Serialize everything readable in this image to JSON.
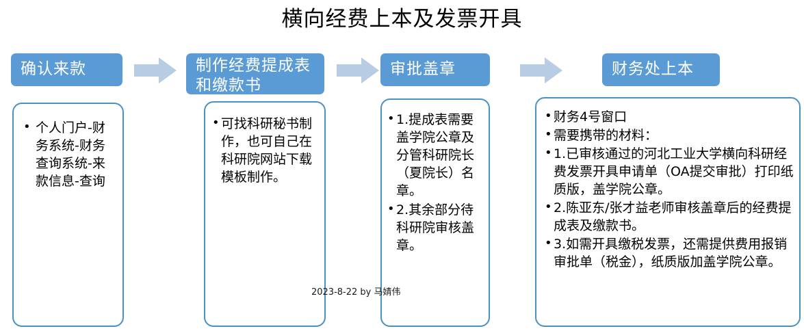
{
  "title": "横向经费上本及发票开具",
  "colors": {
    "header_fill": "#5b9bd5",
    "header_text": "#ffffff",
    "arrow_fill": "#b8cce4",
    "box_border": "#4a90c4",
    "background": "#ffffff",
    "text": "#000000"
  },
  "steps": [
    {
      "header": "确认来款",
      "items": [
        "个人门户-财务系统-财务查询系统-来款信息-查询"
      ]
    },
    {
      "header": "制作经费提成表和缴款书",
      "items": [
        "可找科研秘书制作，也可自己在科研院网站下载模板制作。"
      ]
    },
    {
      "header": "审批盖章",
      "items": [
        "1.提成表需要盖学院公章及分管科研院长（夏院长）名章。",
        "2.其余部分待科研院审核盖章。"
      ]
    },
    {
      "header": "财务处上本",
      "items": [
        "财务4号窗口",
        "需要携带的材料：",
        "1.已审核通过的河北工业大学横向科研经费发票开具申请单（OA提交审批）打印纸质版，盖学院公章。",
        "2.陈亚东/张才益老师审核盖章后的经费提成表及缴款书。",
        "3.如需开具缴税发票，还需提供费用报销审批单（税金），纸质版加盖学院公章。"
      ]
    }
  ],
  "arrows": [
    {
      "name": "arrow-step1-to-step2"
    },
    {
      "name": "arrow-step2-to-step3"
    },
    {
      "name": "arrow-step3-to-step4"
    }
  ],
  "footer_credit": "2023-8-22  by 马婧伟"
}
